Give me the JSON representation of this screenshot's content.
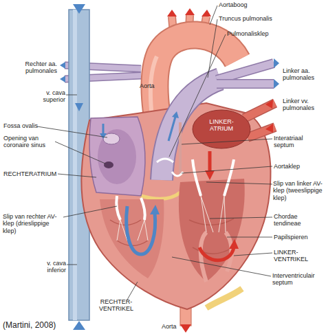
{
  "diagram": {
    "caption": "(Martini, 2008)",
    "labels": [
      "Aortaboog",
      "Truncus pulmonalis",
      "Pulmonalisklep",
      "Rechter aa. pulmonales",
      "Aorta",
      "Linker aa. pulmonales",
      "v. cava superior",
      "LINKER- ATRIUM",
      "Linker vv. pulmonales",
      "Fossa ovalis",
      "Interatriaal septum",
      "Opening van coronaire sinus",
      "Aortaklep",
      "RECHTERATRIUM",
      "Slip van linker AV-klep (tweeslippige klep)",
      "Slip van rechter AV-klep (drieslippige klep)",
      "Chordae tendineae",
      "Papilspieren",
      "LINKER- VENTRIKEL",
      "Interventriculair septum",
      "v. cava inferior",
      "RECHTER- VENTRIKEL",
      "Aorta"
    ]
  }
}
